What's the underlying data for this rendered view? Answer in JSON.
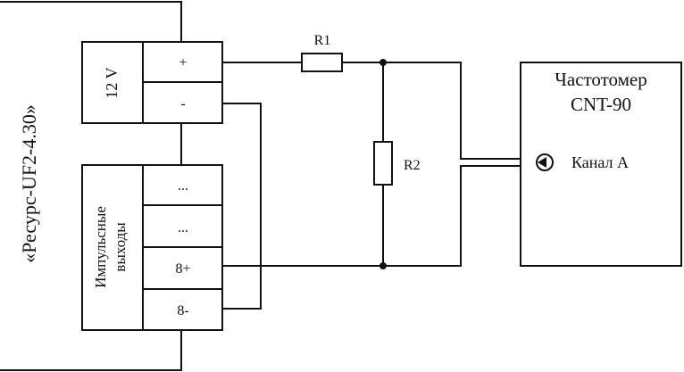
{
  "device": {
    "name": "«Ресурс-UF2-4.30»",
    "power": {
      "label": "12 V",
      "plus": "+",
      "minus": "-"
    },
    "outputs": {
      "label_line1": "Импульсные",
      "label_line2": "выходы",
      "terminals": [
        "...",
        "...",
        "8+",
        "8-"
      ]
    }
  },
  "resistors": {
    "r1": "R1",
    "r2": "R2"
  },
  "frequency_meter": {
    "title_line1": "Частотомер",
    "title_line2": "CNT-90",
    "channel": "Канал А"
  }
}
